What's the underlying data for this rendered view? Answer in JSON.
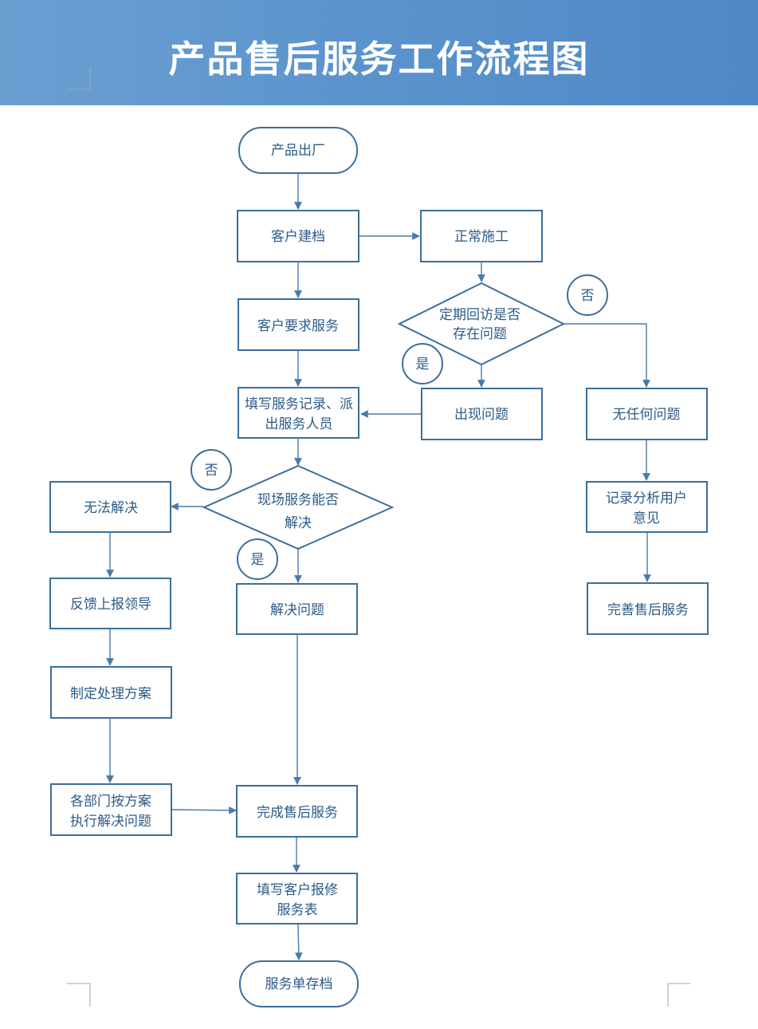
{
  "title": "产品售后服务工作流程图",
  "colors": {
    "header": "#5a93cc",
    "stroke": "#3d6e9c",
    "text": "#2d5b86"
  },
  "nodes": {
    "start": "产品出厂",
    "archive": "客户建档",
    "normal": "正常施工",
    "visit": [
      "定期回访是否",
      "存在问题"
    ],
    "request": "客户要求服务",
    "fill_record": [
      "填写服务记录、派",
      "出服务人员"
    ],
    "problem": "出现问题",
    "no_problem": "无任何问题",
    "onsite": [
      "现场服务能否",
      "解决"
    ],
    "cannot": "无法解决",
    "record_opinion": [
      "记录分析用户",
      "意见"
    ],
    "report": "反馈上报领导",
    "solve": "解决问题",
    "improve": "完善售后服务",
    "plan": "制定处理方案",
    "execute": [
      "各部门按方案",
      "执行解决问题"
    ],
    "complete": "完成售后服务",
    "repair_form": [
      "填写客户报修",
      "服务表"
    ],
    "end": "服务单存档"
  },
  "labels": {
    "yes": "是",
    "no": "否"
  }
}
